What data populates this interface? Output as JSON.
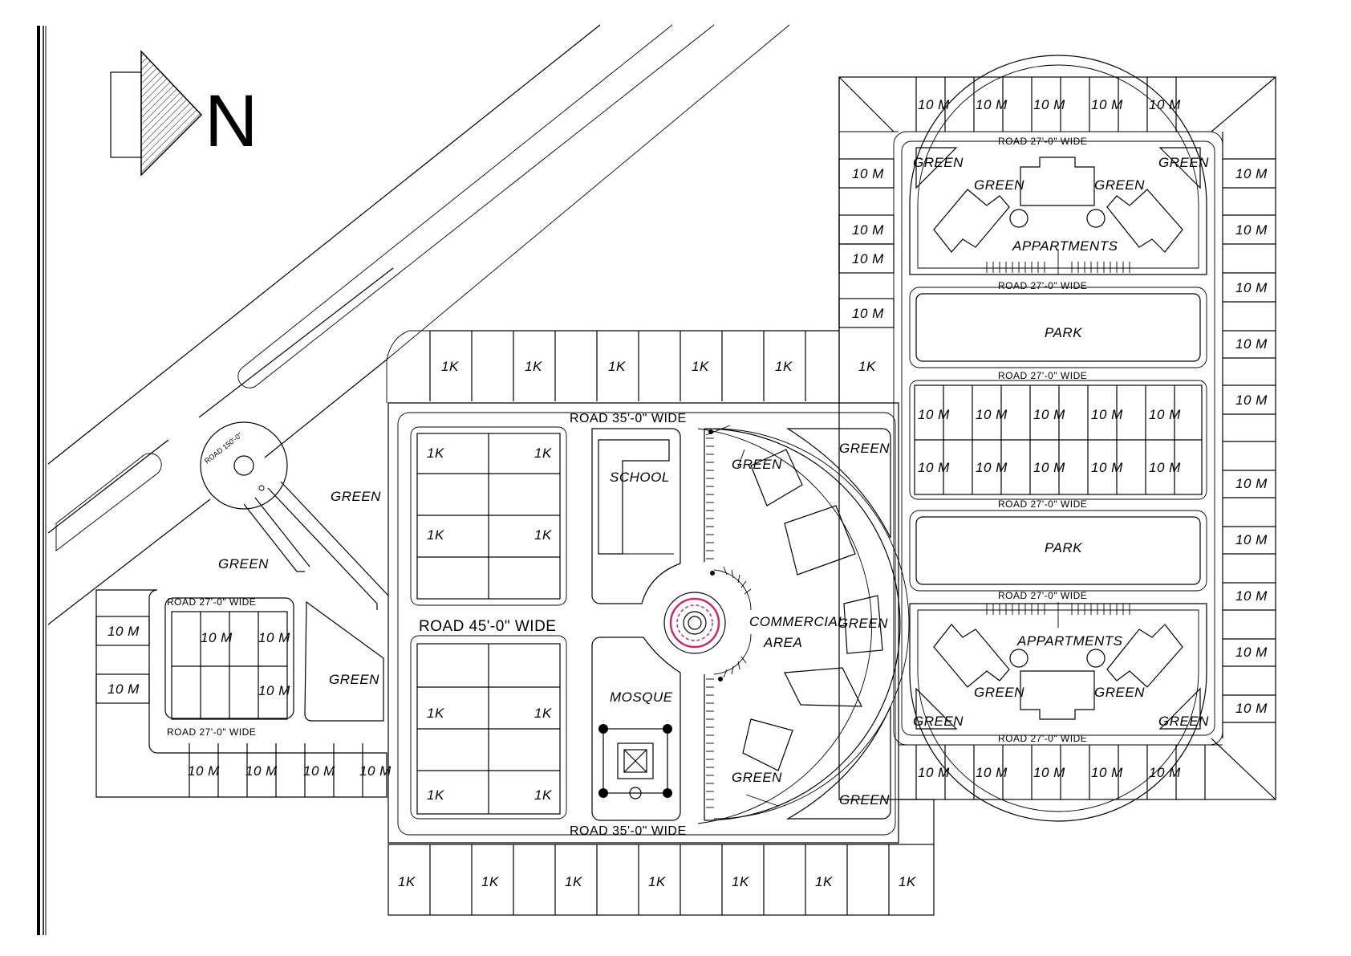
{
  "north": "N",
  "labels": {
    "road_150": "ROAD 150'-0\"",
    "road_27": "ROAD 27'-0\" WIDE",
    "road_35": "ROAD 35'-0\" WIDE",
    "road_45": "ROAD 45'-0\" WIDE",
    "plot_10m": "10 M",
    "plot_1k": "1K",
    "green": "GREEN",
    "school": "SCHOOL",
    "mosque": "MOSQUE",
    "commercial": "COMMERCIAL",
    "area": "AREA",
    "park": "PARK",
    "apartments": "APPARTMENTS"
  },
  "colors": {
    "line": "#000000",
    "background": "#ffffff",
    "fountain_accent": "#c0306a"
  }
}
